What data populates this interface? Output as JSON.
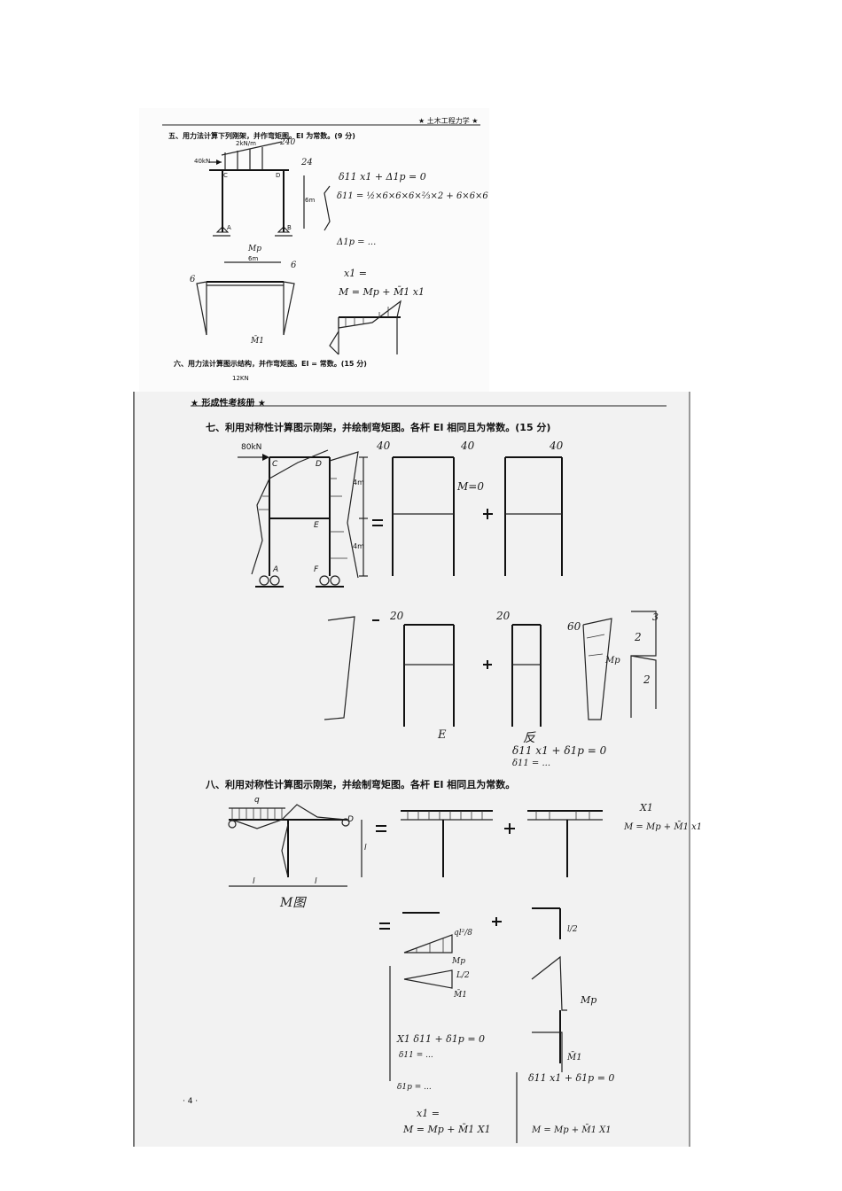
{
  "page1": {
    "header": "★ 土木工程力学 ★",
    "q5_title": "五、用力法计算下列刚架，并作弯矩图。EI 为常数。(9 分)",
    "q5_load_dist": "2kN/m",
    "q5_load_point": "40kN",
    "q5_height": "6m",
    "q5_span": "6m",
    "q5_nodes": [
      "C",
      "D",
      "A",
      "B"
    ],
    "q5_eq1": "δ11 x1 + Δ1p = 0",
    "q5_eq2": "δ11 = ½×6×6×6×⅔×2 + 6×6×6",
    "q5_eq3": "Δ1p = ...",
    "q5_eq4": "x1 =",
    "q5_eq5": "M = Mp + M̄1 x1",
    "q5_labels": [
      "Mp",
      "M̄1",
      "6",
      "6",
      "24",
      "240"
    ],
    "q6_title": "六、用力法计算图示结构，并作弯矩图。EI = 常数。(15 分)",
    "q6_load": "12KN"
  },
  "page2": {
    "header": "★ 形成性考核册 ★",
    "q7_title": "七、利用对称性计算图示刚架，并绘制弯矩图。各杆 EI 相同且为常数。(15 分)",
    "q7_load": "80kN",
    "q7_dims": [
      "4m",
      "4m"
    ],
    "q7_nodes": [
      "C",
      "D",
      "E",
      "A",
      "F"
    ],
    "q7_hw": [
      "40",
      "40",
      "40",
      "M=0",
      "20",
      "20",
      "60",
      "2",
      "2",
      "3",
      "Mp",
      "反",
      "E"
    ],
    "q7_eq1": "δ11 x1 + δ1p = 0",
    "q7_eq2": "δ11 = ...",
    "q8_title": "八、利用对称性计算图示刚架，并绘制弯矩图。各杆 EI 相同且为常数。",
    "q8_load": "q",
    "q8_dims": [
      "l",
      "l",
      "l"
    ],
    "q8_nodes": [
      "D"
    ],
    "q8_hw": [
      "M图",
      "Mp",
      "M̄1",
      "Mp",
      "M̄1",
      "X1",
      "L/2",
      "ql²/8",
      "l/2"
    ],
    "q8_eq1": "M = Mp + M̄1 x1",
    "q8_eq2": "X1 δ11 + δ1p = 0",
    "q8_eq3": "δ11 x1 + δ1p = 0",
    "q8_eq4": "δ11 = ...",
    "q8_eq5": "δ1p = ...",
    "q8_eq6": "x1 =",
    "q8_eq7": "M = Mp + M̄1 X1",
    "q8_eq8": "M = Mp + M̄1 X1",
    "page_no": "· 4 ·"
  }
}
